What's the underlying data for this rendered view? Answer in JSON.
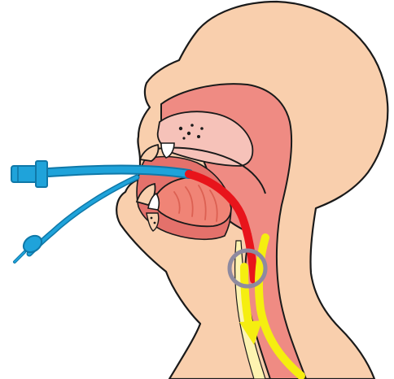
{
  "figure": {
    "description_text": "",
    "colors": {
      "background": "#ffffff",
      "skin": "#f9cfad",
      "mucosa": "#ef8b83",
      "mucosa_dark": "#e4716b",
      "tongue": "#f08476",
      "tongue_dark": "#dc6052",
      "nasal_cavity": "#f6c2b9",
      "outline": "#1a1a1a",
      "tube": "#1fa3da",
      "tube_dark": "#0f78a8",
      "tube_tip": "#e8141b",
      "airway_arrow": "#f5ee10",
      "esophagus": "#fdf3b0",
      "ring": "#8e8aa0"
    },
    "elements": [
      {
        "name": "head-silhouette",
        "kind": "anatomy"
      },
      {
        "name": "nasal-cavity",
        "kind": "anatomy"
      },
      {
        "name": "oral-cavity",
        "kind": "anatomy"
      },
      {
        "name": "tongue",
        "kind": "anatomy"
      },
      {
        "name": "pharynx",
        "kind": "anatomy"
      },
      {
        "name": "upper-tooth",
        "kind": "anatomy"
      },
      {
        "name": "lower-tooth",
        "kind": "anatomy"
      },
      {
        "name": "endotracheal-tube",
        "kind": "device"
      },
      {
        "name": "pilot-balloon-line",
        "kind": "device"
      },
      {
        "name": "tube-tip",
        "kind": "device"
      },
      {
        "name": "airway-arrow",
        "kind": "annotation"
      },
      {
        "name": "highlight-ring",
        "kind": "annotation"
      }
    ]
  }
}
